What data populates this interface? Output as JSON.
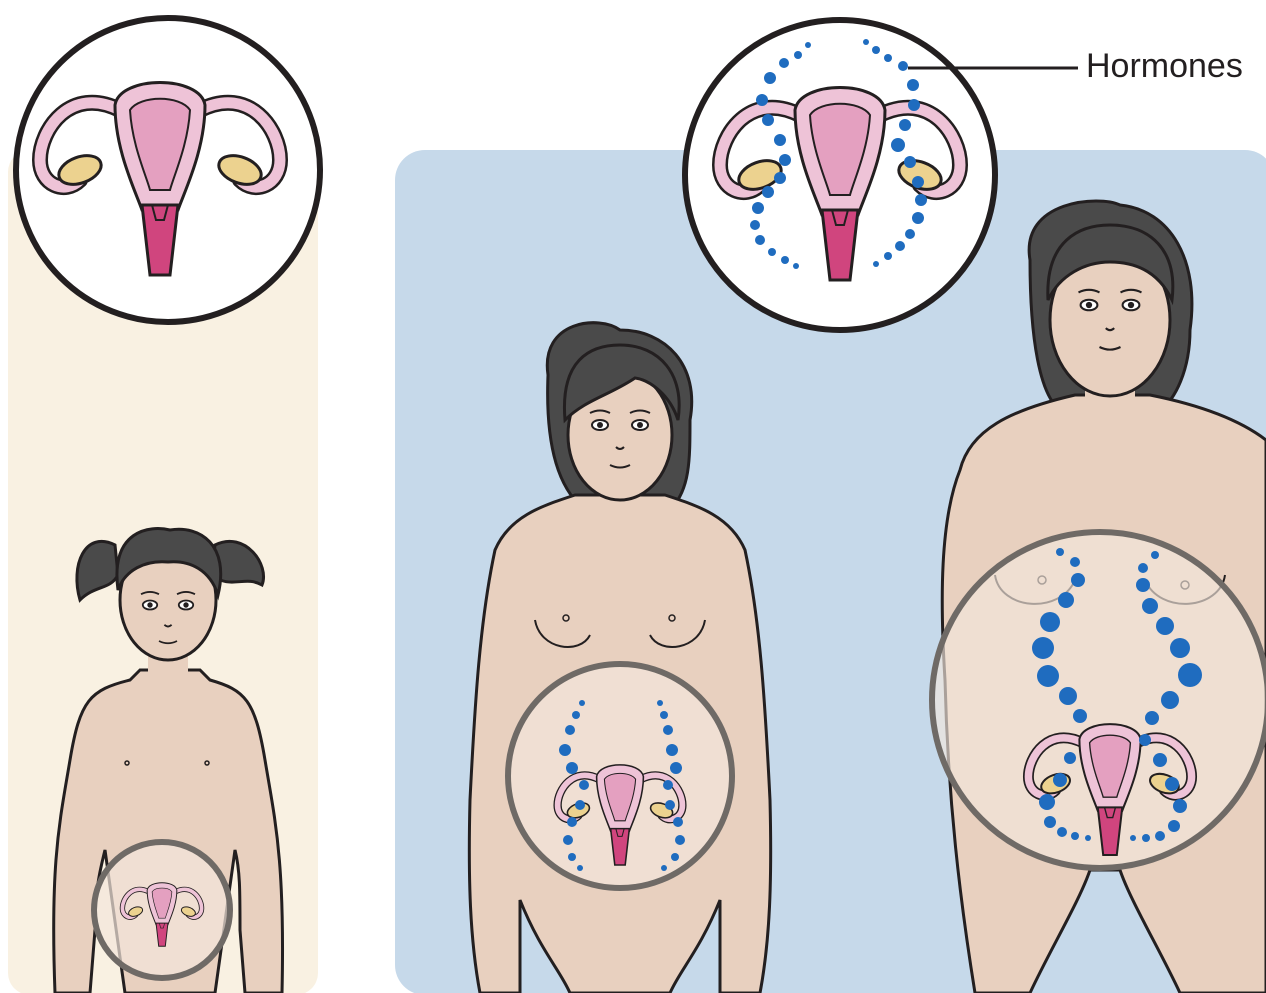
{
  "callout": {
    "label": "Hormones"
  },
  "colors": {
    "child_panel": "#f9f1e2",
    "teen_panel": "#c6d9ea",
    "skin": "#e8d0bf",
    "hair": "#4a4a4a",
    "outline": "#231f20",
    "uterus_light": "#eec3d7",
    "uterus_mid": "#e4a0c0",
    "cervix": "#d0457e",
    "ovary": "#ecd28f",
    "hormone_dot": "#1f6cbf",
    "lens_ring": "#6f6a66"
  },
  "figures": [
    {
      "stage": "child",
      "hormone_dots": false
    },
    {
      "stage": "adolescent",
      "hormone_dots": true
    },
    {
      "stage": "adult",
      "hormone_dots": true
    }
  ]
}
